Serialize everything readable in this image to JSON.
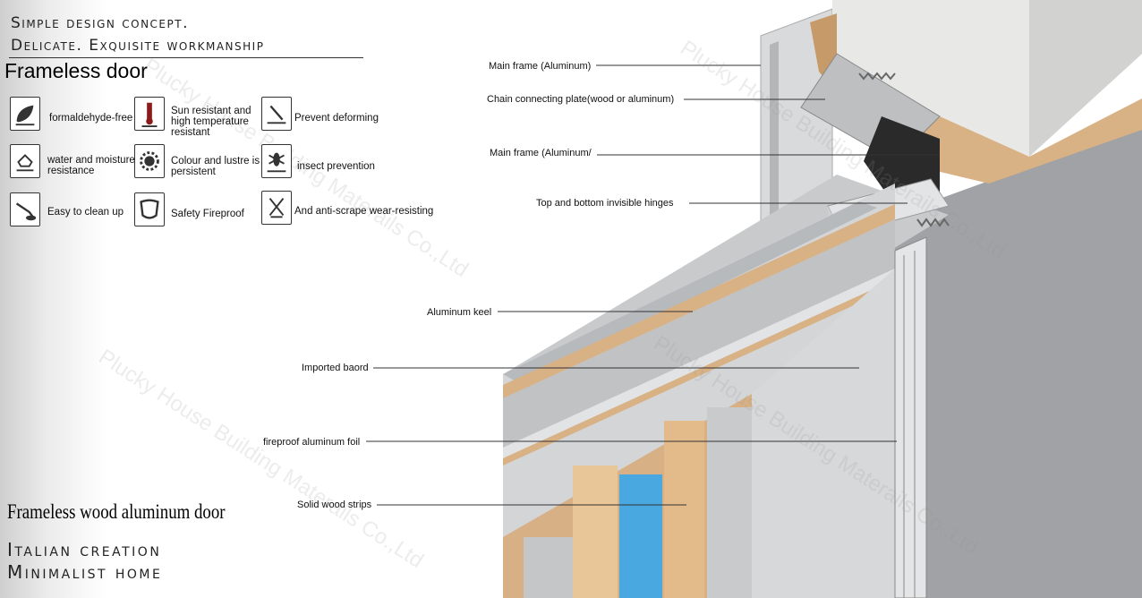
{
  "header": {
    "line1": "Simple design concept.",
    "line2": "Delicate. Exquisite workmanship",
    "title": "Frameless door"
  },
  "features": [
    {
      "label": "formaldehyde-free",
      "icon": "leaf-icon"
    },
    {
      "label": "Sun resistant and high temperature resistant",
      "icon": "thermometer-icon"
    },
    {
      "label": "Prevent deforming",
      "icon": "level-icon"
    },
    {
      "label": "water and moisture resistance",
      "icon": "water-drop-icon"
    },
    {
      "label": "Colour and lustre is persistent",
      "icon": "sun-gear-icon"
    },
    {
      "label": "insect prevention",
      "icon": "insect-icon"
    },
    {
      "label": "Easy to clean up",
      "icon": "cleaning-icon"
    },
    {
      "label": "Safety Fireproof",
      "icon": "shield-icon"
    },
    {
      "label": "And anti-scrape wear-resisting",
      "icon": "anti-scratch-icon"
    }
  ],
  "callouts": [
    "Main frame (Aluminum)",
    "Chain connecting plate(wood or aluminum)",
    "Main frame (Aluminum/",
    "Top and bottom invisible hinges",
    "Aluminum keel",
    "Imported baord",
    "fireproof aluminum foil",
    "Solid wood strips"
  ],
  "footer": {
    "subtitle": "Frameless wood aluminum door",
    "line1": "Italian creation",
    "line2": "Minimalist home"
  },
  "watermark": "Plucky House Building Materails Co.,Ltd",
  "colors": {
    "wall": "#9ea0a3",
    "door_face": "#cfd1d3",
    "wood": "#d8b184",
    "aluminum": "#b7babd",
    "glass": "#4aa8e0"
  }
}
